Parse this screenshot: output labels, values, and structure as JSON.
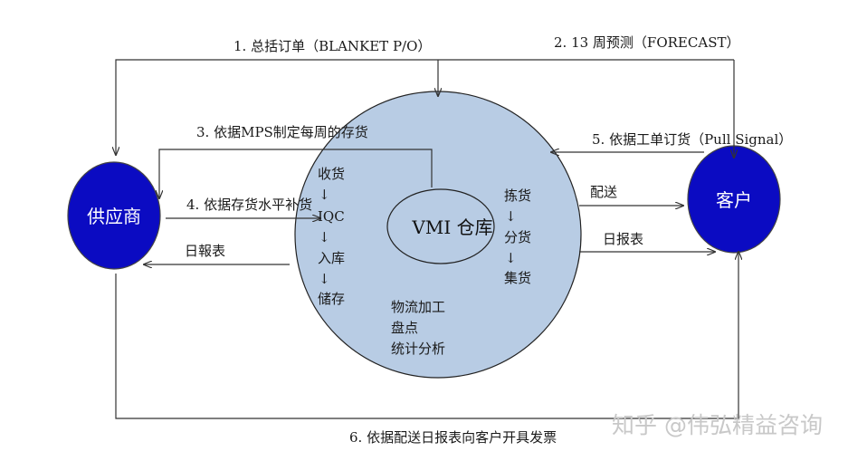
{
  "nodes": {
    "supplier": "供应商",
    "customer": "客户",
    "vmi": "VMI 仓库"
  },
  "flows": {
    "blanket_po": "1. 总括订单（BLANKET P/O）",
    "forecast": "2. 13 周预测（FORECAST）",
    "mps": "3. 依据MPS制定每周的存货",
    "replenish": "4. 依据存货水平补货",
    "pull_signal": "5. 依据工单订货（Pull Signal）",
    "invoice": "6. 依据配送日报表向客户开具发票",
    "daily_report_left": "日報表",
    "delivery": "配送",
    "daily_report_right": "日报表"
  },
  "inbound_steps": [
    "收货",
    "IQC",
    "入库",
    "储存"
  ],
  "outbound_steps": [
    "拣货",
    "分货",
    "集货"
  ],
  "arrow_glyph": "↓",
  "activities": [
    "物流加工",
    "盘点",
    "统计分析"
  ],
  "watermark": "知乎 @伟弘精益咨询",
  "colors": {
    "node_fill": "#0b0bc2",
    "warehouse_fill": "#b8cce4",
    "line": "#333333"
  }
}
